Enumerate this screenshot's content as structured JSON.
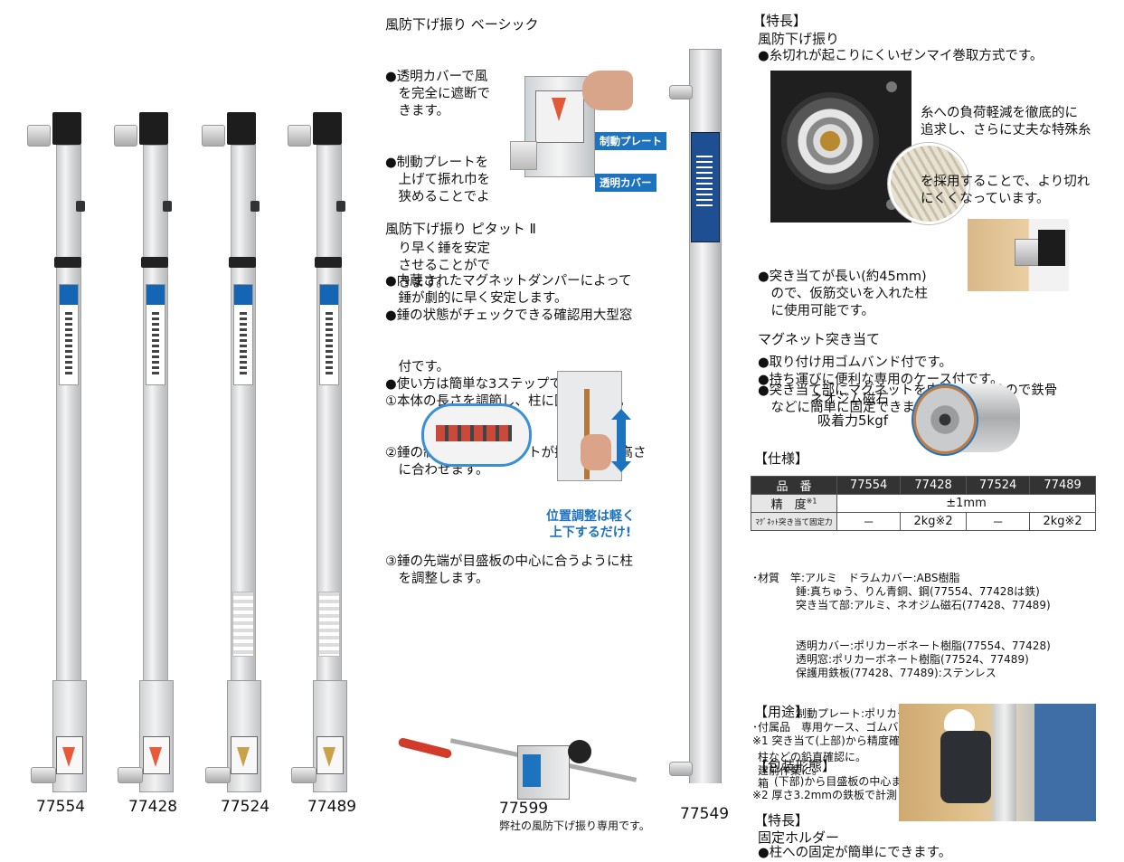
{
  "products": {
    "p1": {
      "code": "77554"
    },
    "p2": {
      "code": "77428"
    },
    "p3": {
      "code": "77524"
    },
    "p4": {
      "code": "77489"
    },
    "holder": {
      "code": "77599",
      "caption": "弊社の風防下げ振り専用です。"
    },
    "ruler": {
      "code": "77549"
    }
  },
  "basic": {
    "title": "風防下げ振り ベーシック",
    "lines": [
      "●透明カバーで風",
      "　を完全に遮断で",
      "　きます。",
      "●制動プレートを",
      "　上げて振れ巾を",
      "　狭めることでよ",
      "　り早く錘を安定",
      "　させることがで",
      "　きます。"
    ],
    "tag_plate": "制動プレート",
    "tag_cover": "透明カバー"
  },
  "pitatto": {
    "title": "風防下げ振り ピタット Ⅱ",
    "lines": [
      "●内蔵されたマグネットダンパーによって",
      "　錘が劇的に早く安定します。",
      "●錘の状態がチェックできる確認用大型窓",
      "　付です。",
      "●使い方は簡単な3ステップです。",
      "①本体の長さを調節し、柱に固定します。",
      "②錘の制動板とマグネットが接触しない高さ",
      "　に合わせます。"
    ],
    "callout_1": "位置調整は軽く",
    "callout_2": "上下するだけ!",
    "step3": [
      "③錘の先端が目盛板の中心に合うように柱",
      "　を調整します。"
    ]
  },
  "features": {
    "heading": "【特長】",
    "subtitle": "風防下げ振り",
    "line1": "●糸切れが起こりにくいゼンマイ巻取方式です。",
    "para": [
      "糸への負荷軽減を徹底的に",
      "追求し、さらに丈夫な特殊糸",
      "を採用することで、より切れ",
      "にくくなっています。"
    ],
    "bullets": [
      "●突き当てが長い(約45mm)",
      "　ので、仮筋交いを入れた柱",
      "　に使用可能です。",
      "●取り付け用ゴムバンド付です。",
      "●持ち運びに便利な専用のケース付です。"
    ],
    "magnet_title": "マグネット突き当て",
    "magnet_lines": [
      "●突き当て部にマグネットを内蔵しているので鉄骨",
      "　などに簡単に固定できます。"
    ],
    "magnet_label1": "ネオジム磁石",
    "magnet_label2": "吸着力5kgf"
  },
  "spec": {
    "heading": "【仕様】",
    "columns": [
      "品　番",
      "77554",
      "77428",
      "77524",
      "77489"
    ],
    "accuracy_label": "精　度",
    "accuracy_note": "※1",
    "accuracy_value": "±1mm",
    "magnet_label": "ﾏｸﾞﾈｯﾄ突き当て固定力",
    "magnet_values": [
      "－",
      "2kg※2",
      "－",
      "2kg※2"
    ],
    "notes": [
      "･材質　竿:アルミ　ドラムカバー:ABS樹脂",
      "　　　　錘:真ちゅう、りん青銅、鋼(77554、77428は鉄)",
      "　　　　突き当て部:アルミ、ネオジム磁石(77428、77489)",
      "　　　　透明カバー:ポリカーボネート樹脂(77554、77428)",
      "　　　　透明窓:ポリカーボネート樹脂(77524、77489)",
      "　　　　保護用鉄板(77428、77489):ステンレス",
      "　　　　制動プレート:ポリカーボネート樹脂(77554、77428)",
      "･付属品　専用ケース、ゴムバンド、保護用鉄板2枚(77428、77489)",
      "※1 突き当て(上部)から精度確認窓内の糸までの距離と突き当て",
      "　　(下部)から目盛板の中心までの距離の差のことです。",
      "※2 厚さ3.2mmの鉄板で計測した場合です。"
    ]
  },
  "usage": {
    "heading": "【用途】",
    "lines": [
      "柱などの鉛直確認に。",
      "建前作業に。"
    ]
  },
  "packing": {
    "heading": "【包装形態】",
    "value": "箱"
  },
  "holder_features": {
    "heading": "【特長】",
    "subtitle": "固定ホルダー",
    "line": "●柱への固定が簡単にできます。"
  }
}
